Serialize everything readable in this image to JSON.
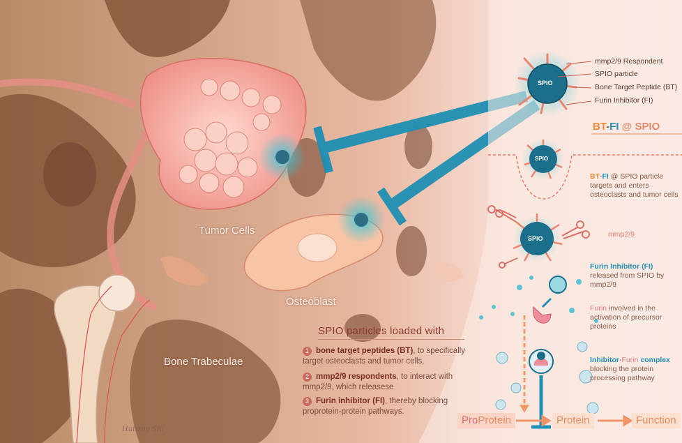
{
  "labels": {
    "tumor_cells": "Tumor Cells",
    "osteoblast": "Osteoblast",
    "bone_trabeculae": "Bone Trabeculae",
    "artist_signature": "Huixing Shi"
  },
  "callouts": [
    "mmp2/9 Respondent",
    "SPIO particle",
    "Bone Target Peptide (BT)",
    "Furin Inhibitor (FI)"
  ],
  "particle_text": "SPIO",
  "title": {
    "bt": "BT",
    "dash": "-",
    "fi": "FI",
    "rest": " @ SPIO"
  },
  "steps": {
    "targets": {
      "bt": "BT",
      "dash": "-",
      "fi": "FI",
      "rest": " @ SPIO particle targets and enters osteoclasts and tumor cells"
    },
    "mmp_label": "mmp2/9",
    "release": {
      "fi": "Furin Inhibitor (FI)",
      "rest": "released from SPIO by mmp2/9"
    },
    "furin": {
      "furin": "Furin",
      "rest": " involved in the activation of precursor proteins"
    },
    "complex": {
      "inhibitor": "Inhibitor",
      "dash": "-",
      "furin": "Furin",
      "complex": " complex",
      "rest": "blocking the protein processing pathway"
    }
  },
  "legend": {
    "title": "SPIO particles loaded with",
    "items": [
      {
        "num": "1",
        "bold": "bone target peptides (BT)",
        "rest": ", to specifically target osteoclasts and tumor cells,"
      },
      {
        "num": "2",
        "bold": "mmp2/9 respondents",
        "rest": ", to interact with mmp2/9, which releasese"
      },
      {
        "num": "3",
        "bold": "Furin inhibitor (FI)",
        "rest": ", thereby blocking proprotein-protein pathways."
      }
    ]
  },
  "flow": {
    "pro": "Pro",
    "protein1": "Protein",
    "protein2": "Protein",
    "function": "Function"
  },
  "colors": {
    "teal": "#1f8fb3",
    "orange": "#f08a3c",
    "pink": "#e77b8c",
    "bone": "#c9936c",
    "tumor": "#f4a6a0",
    "background": "#f6d9cf"
  }
}
